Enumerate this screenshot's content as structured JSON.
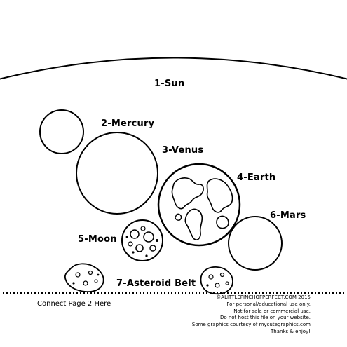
{
  "labels": {
    "sun": "1-Sun",
    "mercury": "2-Mercury",
    "venus": "3-Venus",
    "earth": "4-Earth",
    "moon": "5-Moon",
    "mars": "6-Mars",
    "asteroid_belt": "7-Asteroid Belt"
  },
  "footer": {
    "connect": "Connect Page 2 Here",
    "credits": [
      "©ALITTLEPINCHOFPERFECT.COM 2015",
      "For personal/educational use only.",
      "Not for sale or commercial use.",
      "Do not host this file on your website.",
      "Some graphics courtesy of mycutegraphics.com",
      "Thanks & enjoy!"
    ]
  }
}
